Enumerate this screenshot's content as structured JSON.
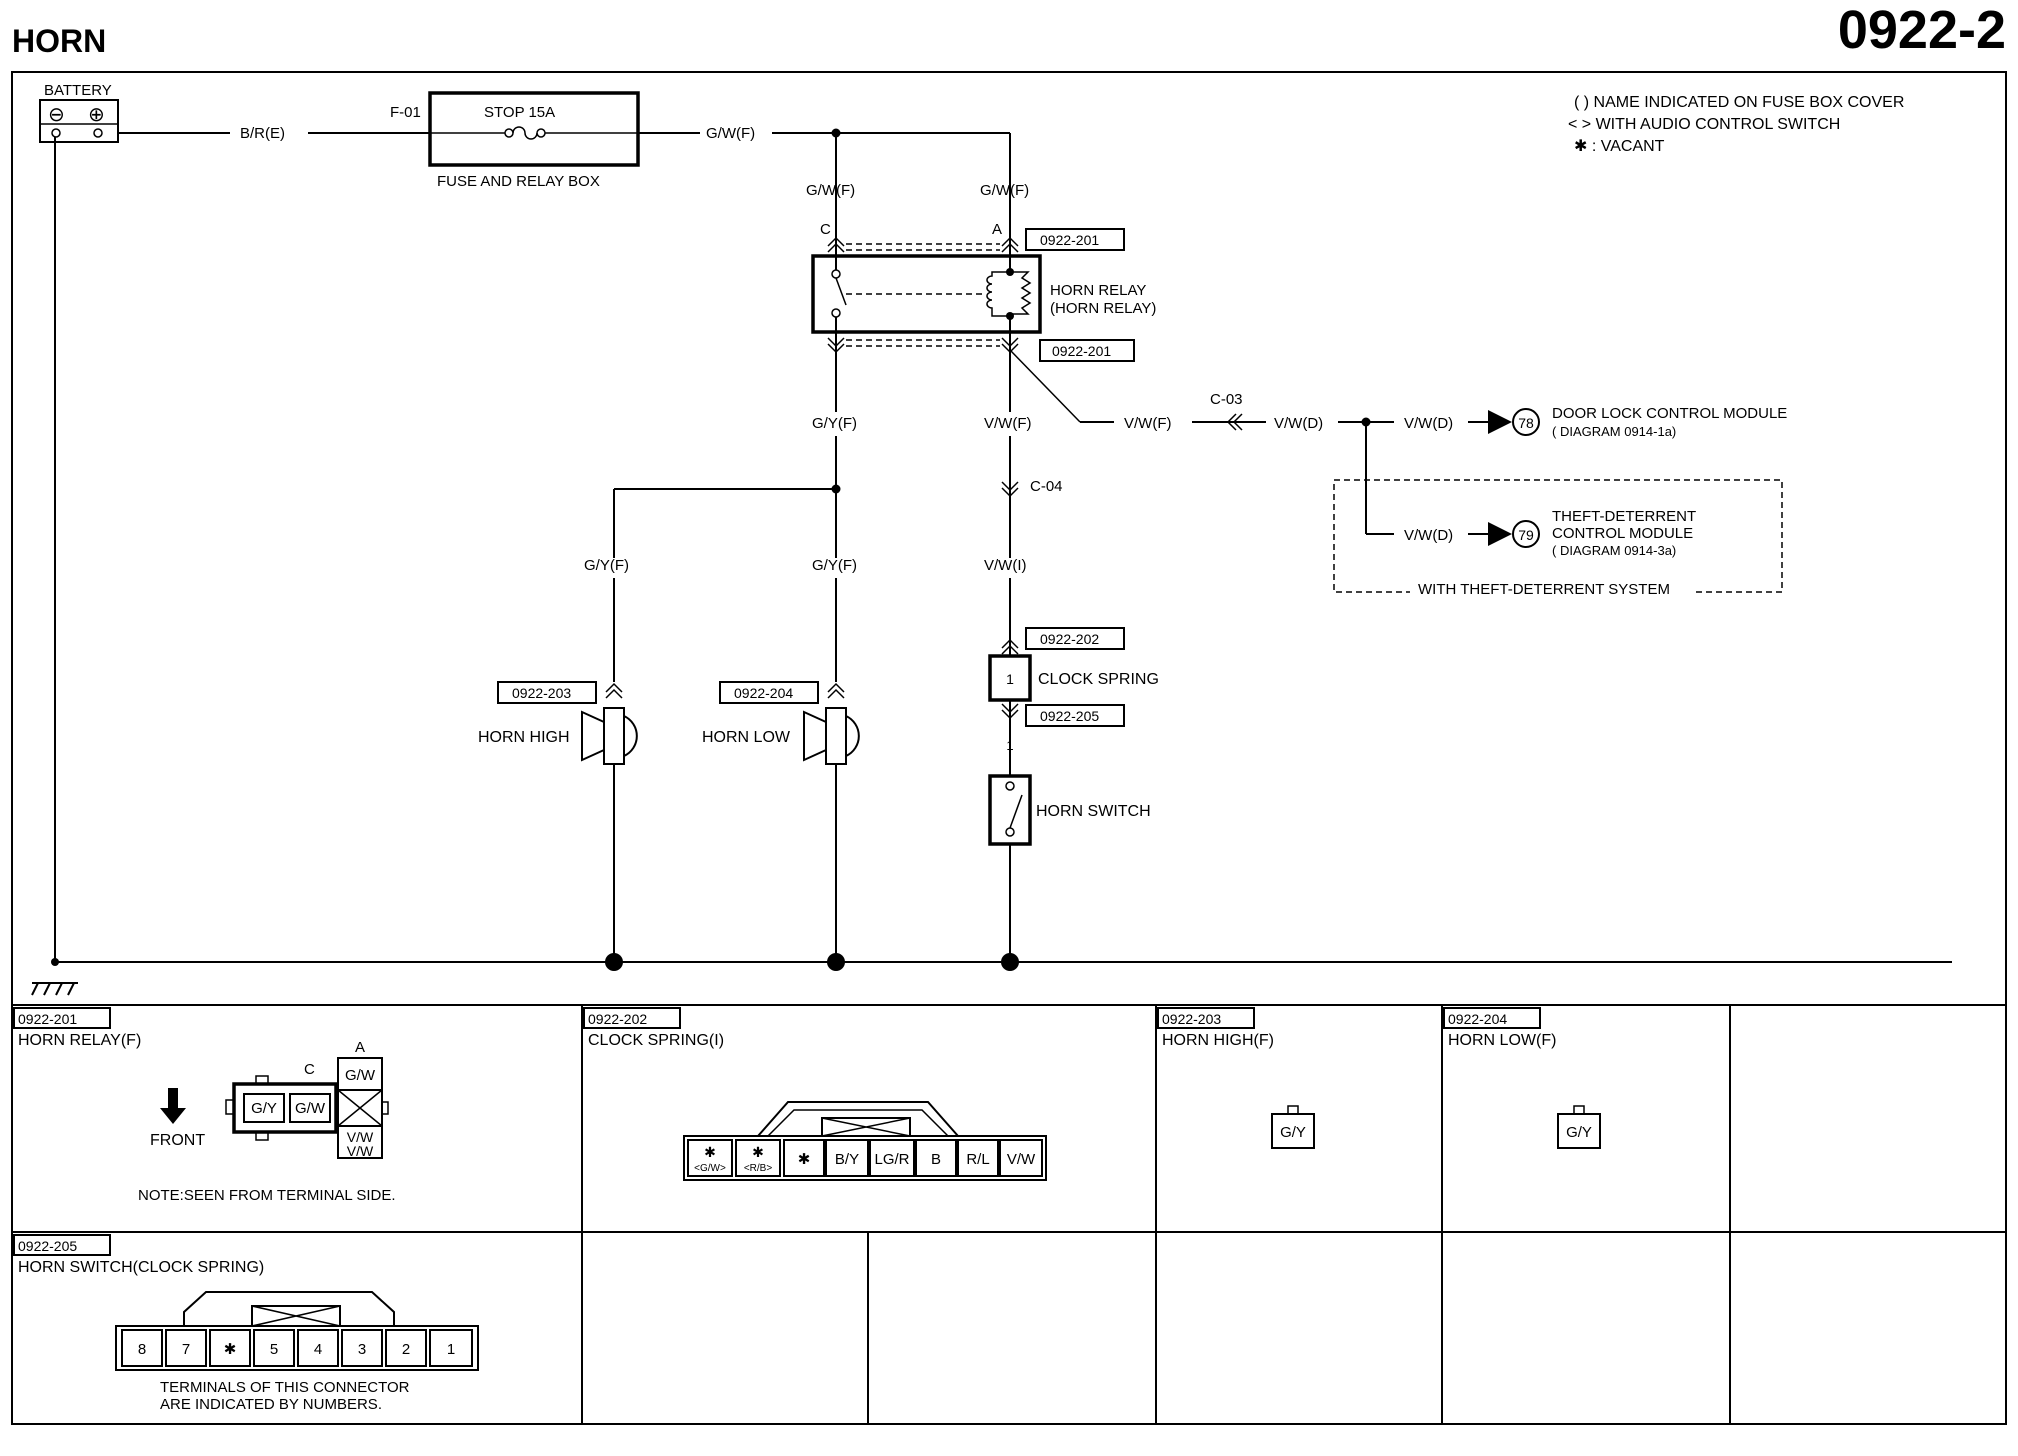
{
  "page": {
    "title": "HORN",
    "diagram_number": "0922-2"
  },
  "legend": {
    "line1": "( ) NAME INDICATED ON FUSE BOX COVER",
    "line2": "< > WITH AUDIO CONTROL SWITCH",
    "line3": "✱ : VACANT"
  },
  "battery": {
    "label": "BATTERY",
    "neg": "⊖",
    "pos": "⊕"
  },
  "fuse": {
    "id": "F-01",
    "name": "STOP 15A",
    "box_label": "FUSE AND RELAY BOX"
  },
  "wires": {
    "battery_to_fuse": "B/R(E)",
    "fuse_out": "G/W(F)",
    "relay_in_c": "G/W(F)",
    "relay_in_a": "G/W(F)",
    "relay_out_left": "G/Y(F)",
    "relay_out_right": "V/W(F)",
    "to_c03": "V/W(F)",
    "after_c03": "V/W(D)",
    "to_door_lock": "V/W(D)",
    "to_theft": "V/W(D)",
    "horn_high_wire": "G/Y(F)",
    "horn_low_wire": "G/Y(F)",
    "clock_spring_wire": "V/W(I)"
  },
  "connectors": {
    "c03": "C-03",
    "c04": "C-04",
    "relay_top": "0922-201",
    "relay_bottom": "0922-201",
    "clock_spring_top": "0922-202",
    "clock_spring_bottom": "0922-205",
    "horn_high": "0922-203",
    "horn_low": "0922-204"
  },
  "relay": {
    "terminal_c": "C",
    "terminal_a": "A",
    "name": "HORN RELAY",
    "name_alt": "(HORN RELAY)"
  },
  "modules": {
    "door_lock": {
      "ref": "78",
      "name": "DOOR LOCK CONTROL MODULE",
      "diagram": "( DIAGRAM  0914-1a)"
    },
    "theft": {
      "ref": "79",
      "name1": "THEFT-DETERRENT",
      "name2": "CONTROL MODULE",
      "diagram": "( DIAGRAM  0914-3a)"
    },
    "theft_group": "WITH THEFT-DETERRENT SYSTEM"
  },
  "components": {
    "horn_high": "HORN HIGH",
    "horn_low": "HORN LOW",
    "clock_spring": "CLOCK SPRING",
    "clock_spring_pin": "1",
    "horn_switch_pin": "1",
    "horn_switch": "HORN SWITCH"
  },
  "panels": {
    "p201": {
      "id": "0922-201",
      "title": "HORN RELAY(F)",
      "pin_c": "C",
      "pin_a": "A",
      "cells": [
        "G/Y",
        "G/W",
        "G/W",
        "V/W",
        "V/W"
      ],
      "front": "FRONT",
      "note": "NOTE:SEEN FROM TERMINAL SIDE."
    },
    "p202": {
      "id": "0922-202",
      "title": "CLOCK SPRING(I)",
      "cells": [
        "✱",
        "✱",
        "✱",
        "B/Y",
        "LG/R",
        "B",
        "R/L",
        "V/W"
      ],
      "sub1": "<G/W>",
      "sub2": "<R/B>"
    },
    "p203": {
      "id": "0922-203",
      "title": "HORN HIGH(F)",
      "cell": "G/Y"
    },
    "p204": {
      "id": "0922-204",
      "title": "HORN LOW(F)",
      "cell": "G/Y"
    },
    "p205": {
      "id": "0922-205",
      "title": "HORN SWITCH(CLOCK SPRING)",
      "cells": [
        "8",
        "7",
        "✱",
        "5",
        "4",
        "3",
        "2",
        "1"
      ],
      "note1": "TERMINALS OF THIS CONNECTOR",
      "note2": "ARE INDICATED BY NUMBERS."
    }
  }
}
